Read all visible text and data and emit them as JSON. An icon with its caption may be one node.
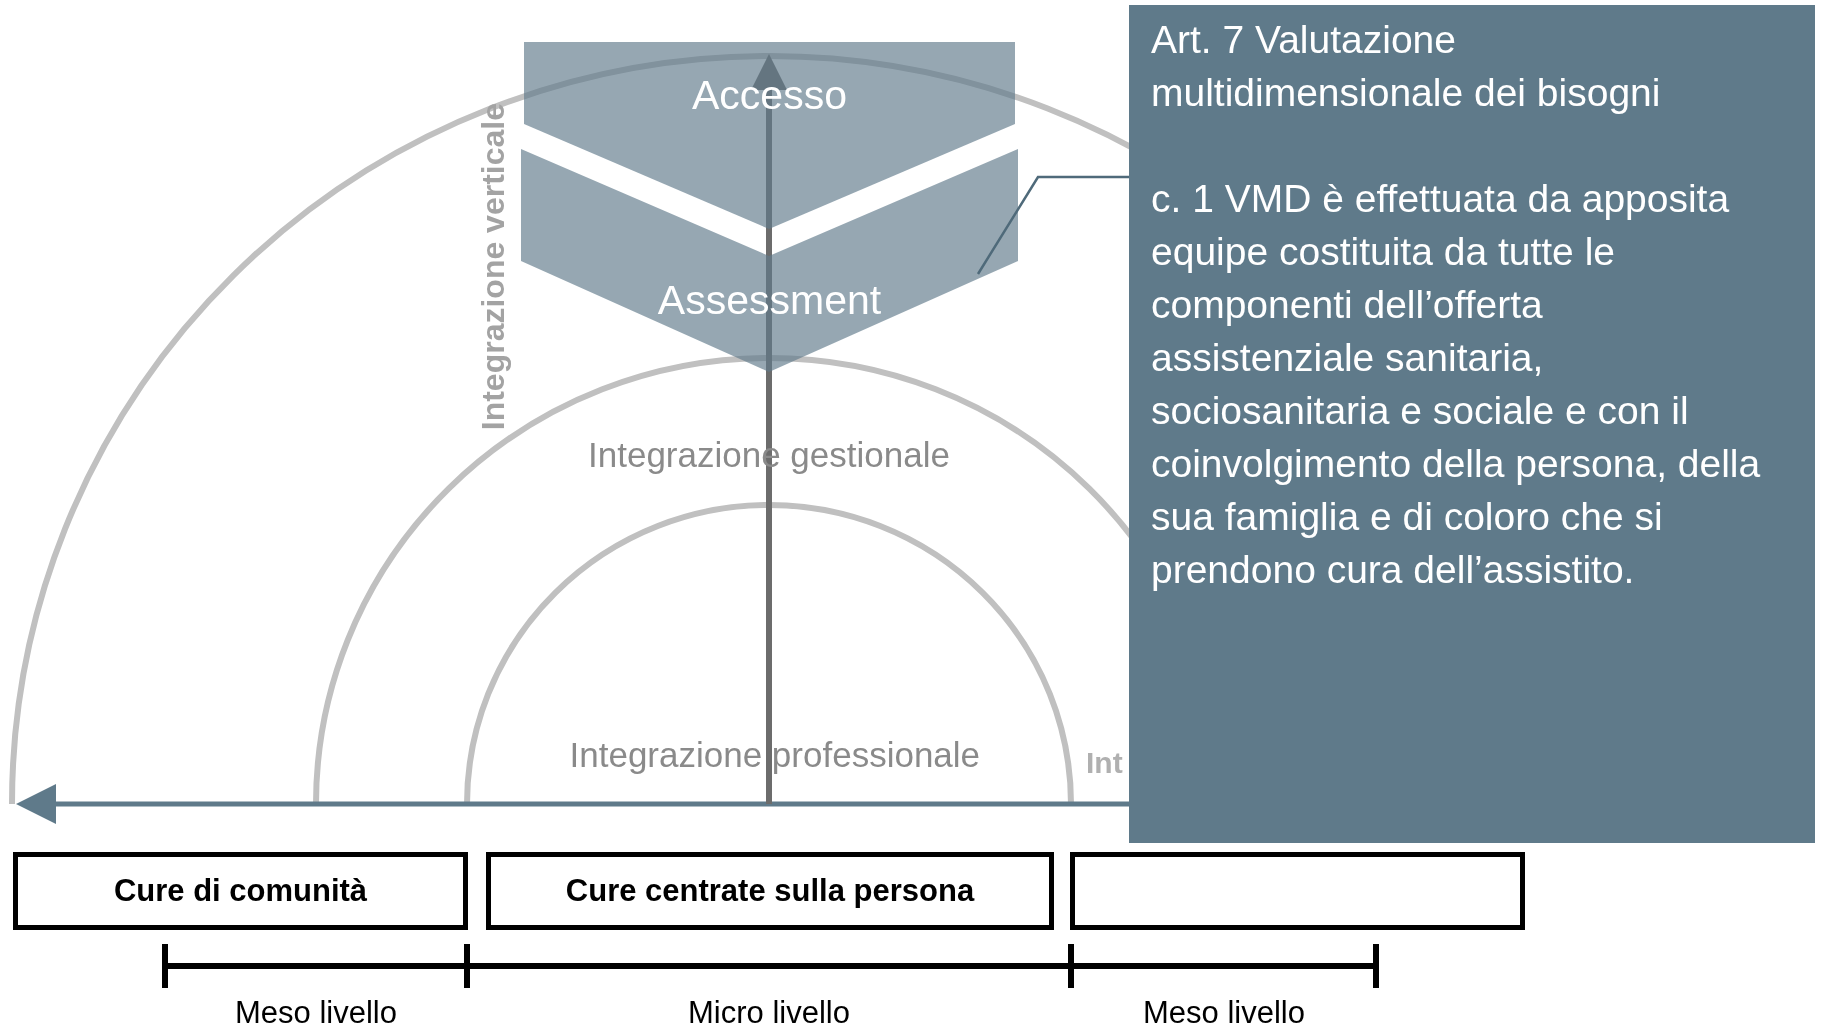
{
  "diagram": {
    "nodes": [
      {
        "text": [
          "Accesso"
        ]
      },
      {
        "text": [
          "Assessment"
        ]
      },
      {
        "text": [
          "Art. 7 Valutazione multidimensionale dei bisogni",
          "c. 1 VMD è effettuata da apposita equipe costituita da tutte le componenti dell’offerta assistenziale sanitaria, sociosanitaria e sociale e con il coinvolgimento della persona, della sua famiglia e di coloro che si prendono cura dell’assistito."
        ]
      },
      {
        "text": [
          "Cure di comunità"
        ]
      },
      {
        "text": [
          "Cure centrate sulla persona"
        ]
      },
      {
        "text": [],
        "shape": "box"
      }
    ],
    "edges": [
      {
        "from": 2,
        "to": 1,
        "arrow": "none"
      }
    ],
    "labels": [
      "Integrazione verticale",
      "Integrazione gestionale",
      "Integrazione professionale",
      "Int",
      "Meso livello",
      "Micro livello",
      "Meso livello"
    ]
  }
}
